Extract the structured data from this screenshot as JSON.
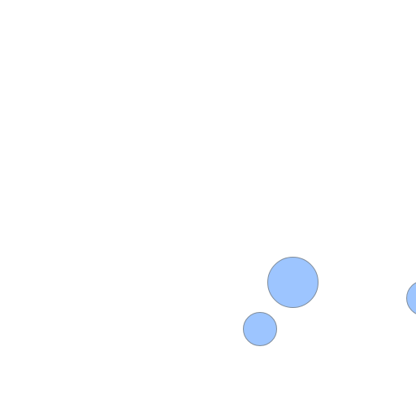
{
  "canvas": {
    "background": "#ffffff",
    "shapes": [
      {
        "kind": "circle",
        "fill": "#9dc5ff",
        "stroke": "#7f8c9a"
      },
      {
        "kind": "circle",
        "fill": "#9dc5ff",
        "stroke": "#7f8c9a"
      },
      {
        "kind": "circle",
        "fill": "#9dc5ff",
        "stroke": "#7f8c9a"
      }
    ]
  }
}
